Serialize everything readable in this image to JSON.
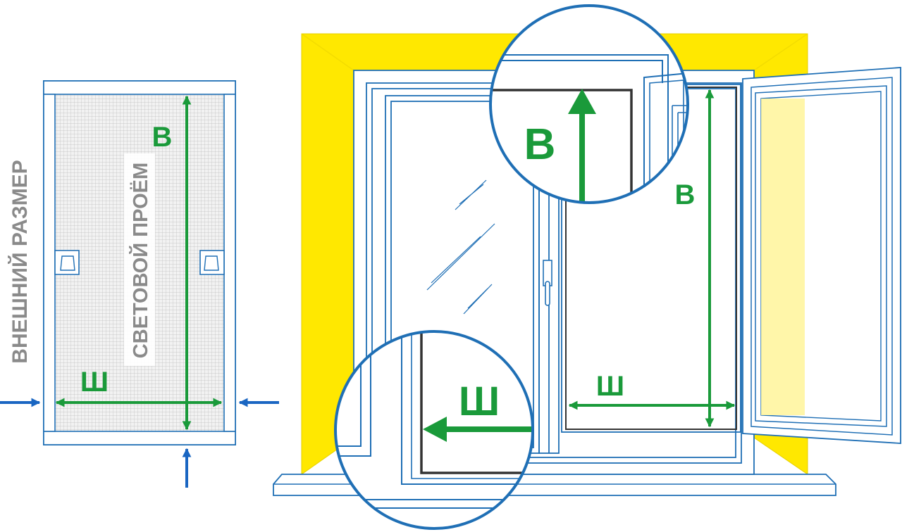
{
  "labels": {
    "outer_size": "ВНЕШНИЙ РАЗМЕР",
    "light_opening": "СВЕТОВОЙ ПРОЁМ",
    "height_letter": "В",
    "width_letter": "Ш"
  },
  "colors": {
    "frame_line": "#1f6fb5",
    "dimension": "#1a9a3a",
    "wall": "#ffe800",
    "wall_light": "#fff59a",
    "outer_text": "#8a8a8a",
    "mesh": "#d9d9d9",
    "seal": "#333333",
    "pointer_arrow": "#1a66c2"
  },
  "icons": [
    "arrow-right-icon",
    "arrow-left-icon",
    "arrow-up-icon",
    "double-arrow-icon"
  ]
}
